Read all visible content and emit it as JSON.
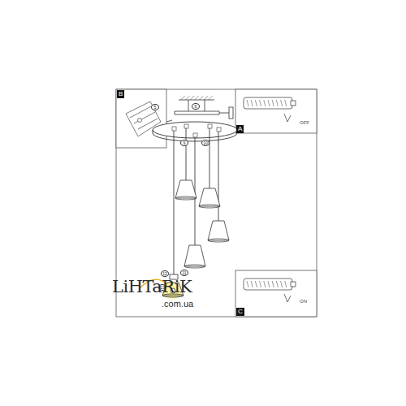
{
  "diagram": {
    "labels": [
      "B",
      "5",
      "A",
      "OFF",
      "6",
      "9",
      "10",
      "11",
      "12",
      "13",
      "C",
      "ON",
      "LiHTaRiK",
      ".com.ua"
    ]
  }
}
